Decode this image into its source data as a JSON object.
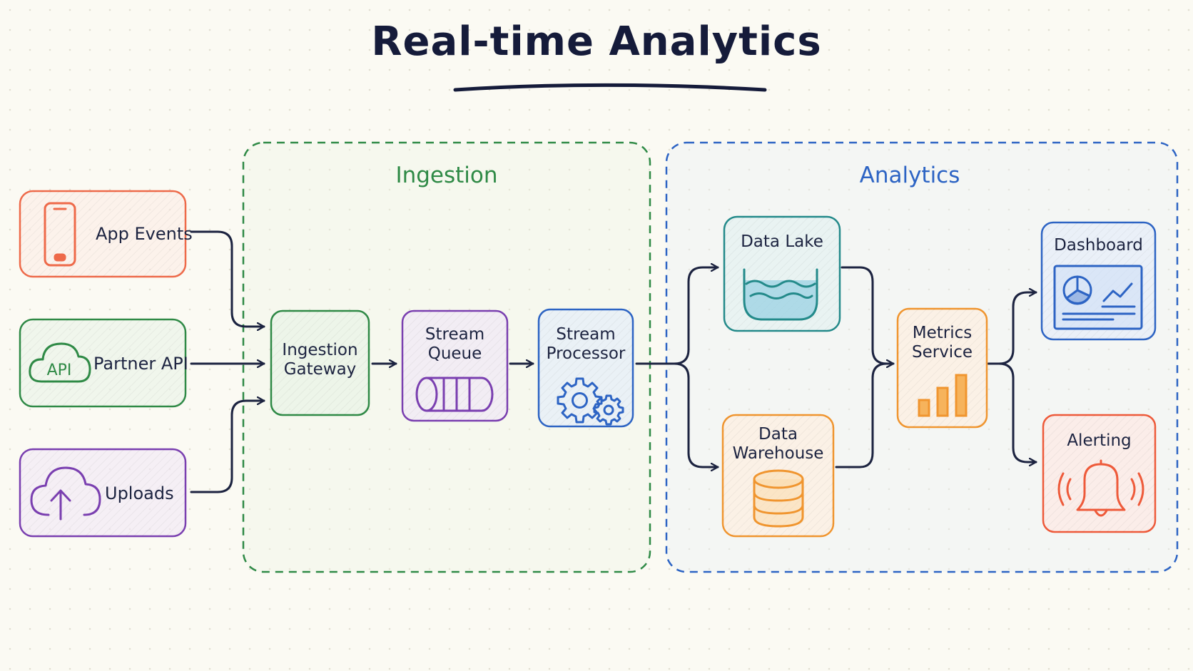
{
  "title": "Real-time Analytics",
  "groups": {
    "ingestion": {
      "label": "Ingestion",
      "color": "#2f8a46"
    },
    "analytics": {
      "label": "Analytics",
      "color": "#2d64c4"
    }
  },
  "sources": {
    "app_events": {
      "label": "App Events",
      "icon": "smartphone-icon",
      "color": "#ee6a4a"
    },
    "partner_api": {
      "label": "Partner API",
      "icon": "api-cloud-icon",
      "icon_text": "API",
      "color": "#2f8a46"
    },
    "uploads": {
      "label": "Uploads",
      "icon": "cloud-upload-icon",
      "color": "#7a3fb0"
    }
  },
  "nodes": {
    "ingestion_gateway": {
      "line1": "Ingestion",
      "line2": "Gateway",
      "color": "#2f8a46"
    },
    "stream_queue": {
      "line1": "Stream",
      "line2": "Queue",
      "icon": "queue-cylinder-icon",
      "color": "#7a3fb0"
    },
    "stream_processor": {
      "line1": "Stream",
      "line2": "Processor",
      "icon": "gears-icon",
      "color": "#2d64c4"
    },
    "data_lake": {
      "line1": "Data Lake",
      "icon": "lake-icon",
      "color": "#238a8a"
    },
    "data_warehouse": {
      "line1": "Data",
      "line2": "Warehouse",
      "icon": "database-icon",
      "color": "#f0952f"
    },
    "metrics_service": {
      "line1": "Metrics",
      "line2": "Service",
      "icon": "bar-chart-icon",
      "color": "#f0952f"
    },
    "dashboard": {
      "line1": "Dashboard",
      "icon": "dashboard-icon",
      "color": "#2d64c4"
    },
    "alerting": {
      "line1": "Alerting",
      "icon": "bell-icon",
      "color": "#ee5a3a"
    }
  },
  "edges": [
    [
      "App Events",
      "Ingestion Gateway"
    ],
    [
      "Partner API",
      "Ingestion Gateway"
    ],
    [
      "Uploads",
      "Ingestion Gateway"
    ],
    [
      "Ingestion Gateway",
      "Stream Queue"
    ],
    [
      "Stream Queue",
      "Stream Processor"
    ],
    [
      "Stream Processor",
      "Data Lake"
    ],
    [
      "Stream Processor",
      "Data Warehouse"
    ],
    [
      "Data Lake",
      "Metrics Service"
    ],
    [
      "Data Warehouse",
      "Metrics Service"
    ],
    [
      "Metrics Service",
      "Dashboard"
    ],
    [
      "Metrics Service",
      "Alerting"
    ]
  ],
  "colors": {
    "ink": "#1c2340"
  }
}
